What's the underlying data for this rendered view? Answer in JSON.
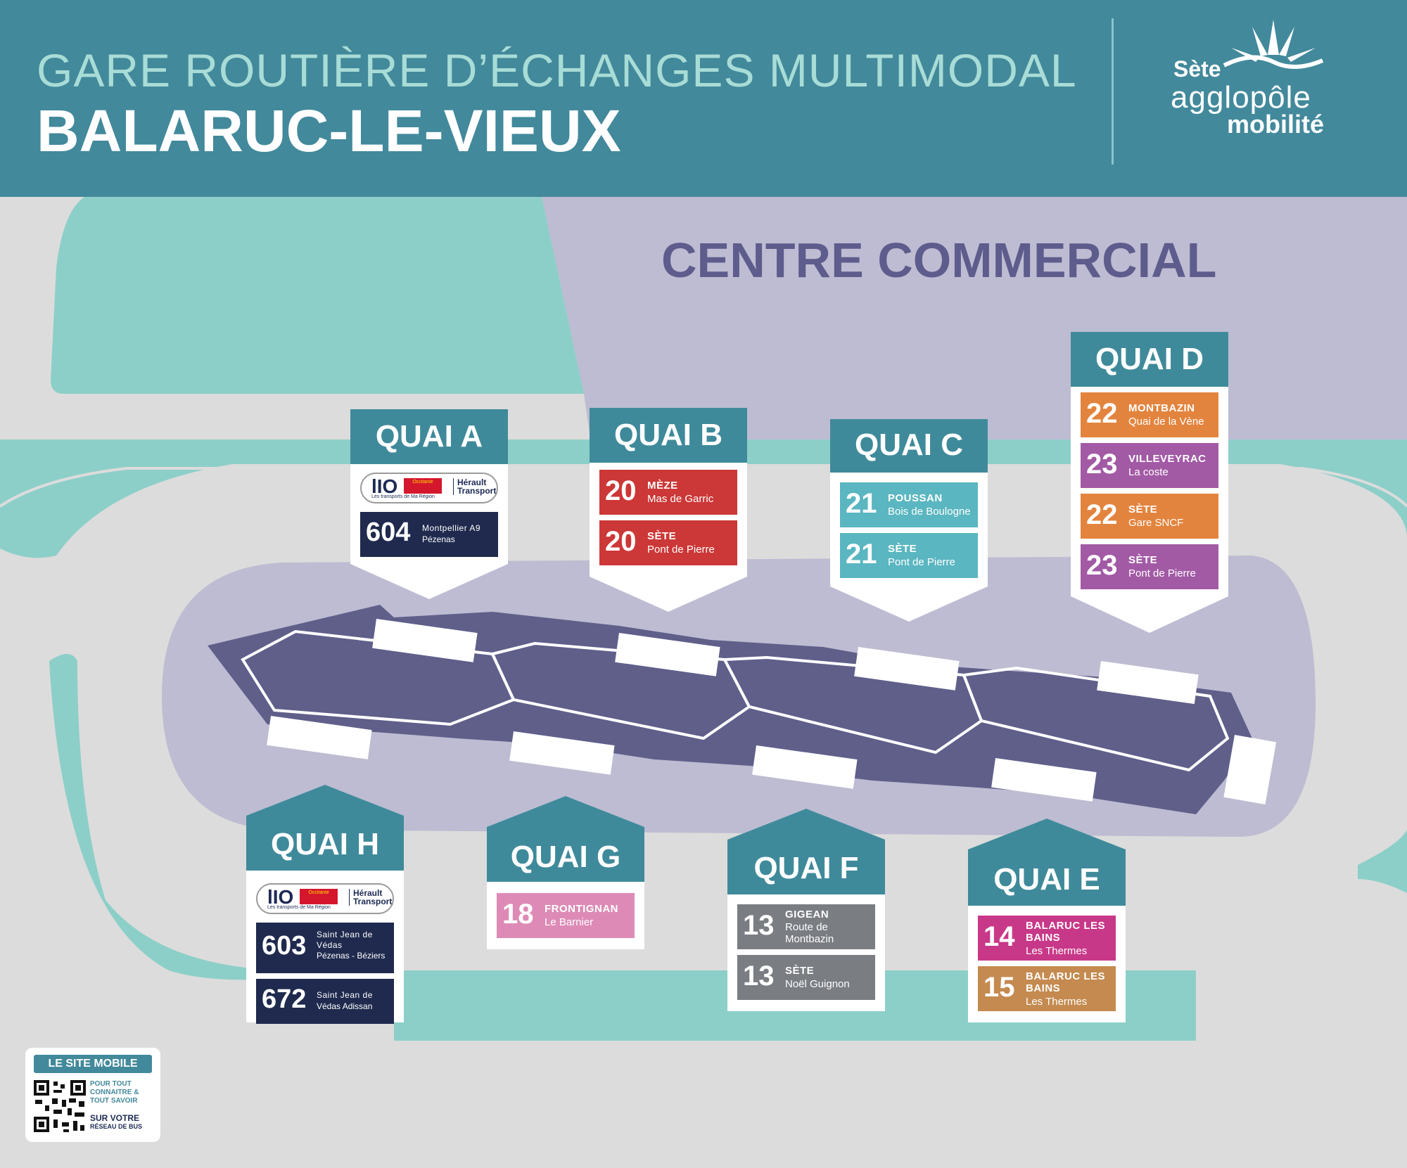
{
  "header": {
    "subtitle": "GARE ROUTIÈRE D’ÉCHANGES MULTIMODAL",
    "title": "BALARUC-LE-VIEUX"
  },
  "logo": {
    "line1": "Sète",
    "line2": "agglopôle",
    "line3": "mobilité"
  },
  "map_label": "CENTRE COMMERCIAL",
  "colors": {
    "header": "#42899b",
    "quai_header": "#3f8a9a",
    "teal_area": "#8ccfc8",
    "lavender": "#bdbcd2",
    "platform": "#5f5f8a",
    "red": "#cc3737",
    "cyan": "#5ab6c0",
    "orange": "#e3843e",
    "purple": "#a25aa5",
    "pink": "#dd8bb6",
    "grey": "#7a7d82",
    "magenta": "#c83888",
    "tan": "#c48a4f",
    "navy": "#1f2a4e"
  },
  "brand": {
    "lio": "lIO",
    "lio_sub": "Les transports de Ma Région",
    "occitanie": "Occitanie",
    "herault": "Hérault Transport"
  },
  "quais": {
    "A": {
      "title": "QUAI A",
      "lio": true,
      "lines": [
        {
          "num": "604",
          "t1": "Montpellier A9",
          "t2": "Pézenas",
          "color": "#1f2a4e"
        }
      ]
    },
    "B": {
      "title": "QUAI B",
      "lines": [
        {
          "num": "20",
          "t1": "MÈZE",
          "t2": "Mas de Garric",
          "color": "#cc3737"
        },
        {
          "num": "20",
          "t1": "SÈTE",
          "t2": "Pont de Pierre",
          "color": "#cc3737"
        }
      ]
    },
    "C": {
      "title": "QUAI C",
      "lines": [
        {
          "num": "21",
          "t1": "POUSSAN",
          "t2": "Bois de Boulogne",
          "color": "#5ab6c0"
        },
        {
          "num": "21",
          "t1": "SÈTE",
          "t2": "Pont de Pierre",
          "color": "#5ab6c0"
        }
      ]
    },
    "D": {
      "title": "QUAI D",
      "lines": [
        {
          "num": "22",
          "t1": "MONTBAZIN",
          "t2": "Quai de la Vène",
          "color": "#e3843e"
        },
        {
          "num": "23",
          "t1": "VILLEVEYRAC",
          "t2": "La coste",
          "color": "#a25aa5"
        },
        {
          "num": "22",
          "t1": "SÈTE",
          "t2": "Gare SNCF",
          "color": "#e3843e"
        },
        {
          "num": "23",
          "t1": "SÈTE",
          "t2": "Pont de Pierre",
          "color": "#a25aa5"
        }
      ]
    },
    "H": {
      "title": "QUAI H",
      "lio": true,
      "lines": [
        {
          "num": "603",
          "t1": "Saint Jean de Védas",
          "t2": "Pézenas - Béziers",
          "color": "#1f2a4e"
        },
        {
          "num": "672",
          "t1": "Saint Jean de",
          "t2": "Védas Adissan",
          "color": "#1f2a4e"
        }
      ]
    },
    "G": {
      "title": "QUAI G",
      "lines": [
        {
          "num": "18",
          "t1": "FRONTIGNAN",
          "t2": "Le Barnier",
          "color": "#dd8bb6"
        }
      ]
    },
    "F": {
      "title": "QUAI F",
      "lines": [
        {
          "num": "13",
          "t1": "GIGEAN",
          "t2": "Route de Montbazin",
          "color": "#7a7d82"
        },
        {
          "num": "13",
          "t1": "SÈTE",
          "t2": "Noël Guignon",
          "color": "#7a7d82"
        }
      ]
    },
    "E": {
      "title": "QUAI E",
      "lines": [
        {
          "num": "14",
          "t1": "BALARUC LES BAINS",
          "t2": "Les Thermes",
          "color": "#c83888"
        },
        {
          "num": "15",
          "t1": "BALARUC LES BAINS",
          "t2": "Les Thermes",
          "color": "#c48a4f"
        }
      ]
    }
  },
  "qr": {
    "head": "LE SITE MOBILE",
    "a": "POUR TOUT CONNAITRE & TOUT SAVOIR",
    "b": "SUR VOTRE",
    "c": "RÉSEAU DE BUS"
  }
}
